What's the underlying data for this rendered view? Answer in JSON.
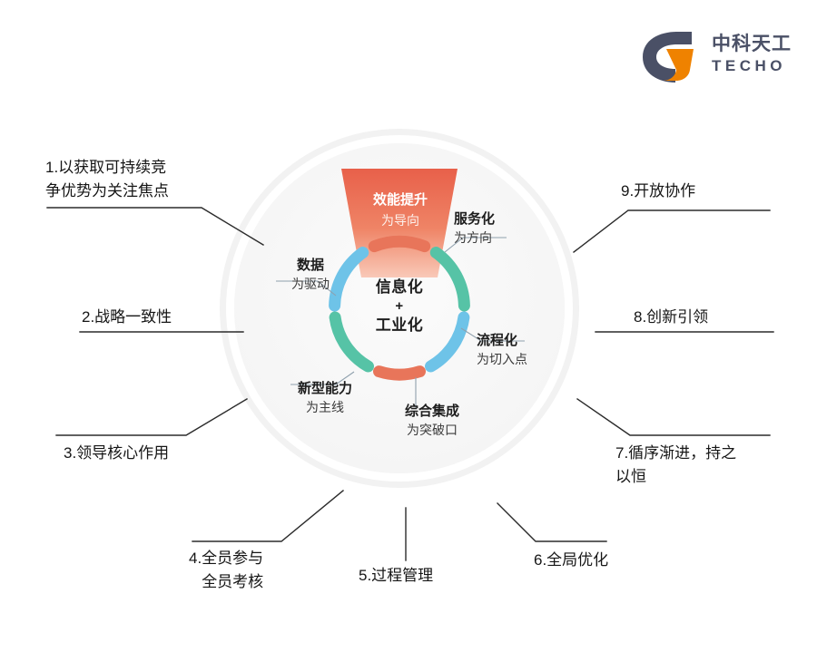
{
  "brand": {
    "name_cn": "中科天工",
    "name_en": "TECHO",
    "logo_icon": "techo-logo-icon",
    "color_dark": "#4a5066",
    "color_orange": "#ef8200"
  },
  "diagram": {
    "center": {
      "line1": "信息化",
      "plus": "+",
      "line2": "工业化"
    },
    "wedge": {
      "main": "效能提升",
      "sub": "为导向",
      "color_top": "#e8644a",
      "color_bottom": "#f6ad94"
    },
    "ring_segments": [
      {
        "name": "top-orange",
        "color": "#e8755a",
        "start_deg": -18,
        "end_deg": 22
      },
      {
        "name": "top-right-green",
        "color": "#56c3a6",
        "start_deg": 28,
        "end_deg": 88
      },
      {
        "name": "right-blue",
        "color": "#6ec3e8",
        "start_deg": 94,
        "end_deg": 152
      },
      {
        "name": "bottom-orange",
        "color": "#e8755a",
        "start_deg": 158,
        "end_deg": 202
      },
      {
        "name": "bottom-left-green",
        "color": "#56c3a6",
        "start_deg": 208,
        "end_deg": 268
      },
      {
        "name": "left-blue",
        "color": "#6ec3e8",
        "start_deg": 274,
        "end_deg": 334
      }
    ],
    "ring_labels": [
      {
        "key": "fuwu",
        "main": "服务化",
        "sub": "为方向"
      },
      {
        "key": "liucheng",
        "main": "流程化",
        "sub": "为切入点"
      },
      {
        "key": "zonghe",
        "main": "综合集成",
        "sub": "为突破口"
      },
      {
        "key": "xinxing",
        "main": "新型能力",
        "sub": "为主线"
      },
      {
        "key": "shuju",
        "main": "数据",
        "sub": "为驱动"
      }
    ],
    "items": [
      {
        "num": "1",
        "line1": "1.以获取可持续竞",
        "line2": "争优势为关注焦点"
      },
      {
        "num": "2",
        "line1": "2.战略一致性",
        "line2": ""
      },
      {
        "num": "3",
        "line1": "3.领导核心作用",
        "line2": ""
      },
      {
        "num": "4",
        "line1": "4.全员参与",
        "line2": "全员考核"
      },
      {
        "num": "5",
        "line1": "5.过程管理",
        "line2": ""
      },
      {
        "num": "6",
        "line1": "6.全局优化",
        "line2": ""
      },
      {
        "num": "7",
        "line1": "7.循序渐进，持之",
        "line2": "以恒"
      },
      {
        "num": "8",
        "line1": "8.创新引领",
        "line2": ""
      },
      {
        "num": "9",
        "line1": "9.开放协作",
        "line2": ""
      }
    ]
  }
}
